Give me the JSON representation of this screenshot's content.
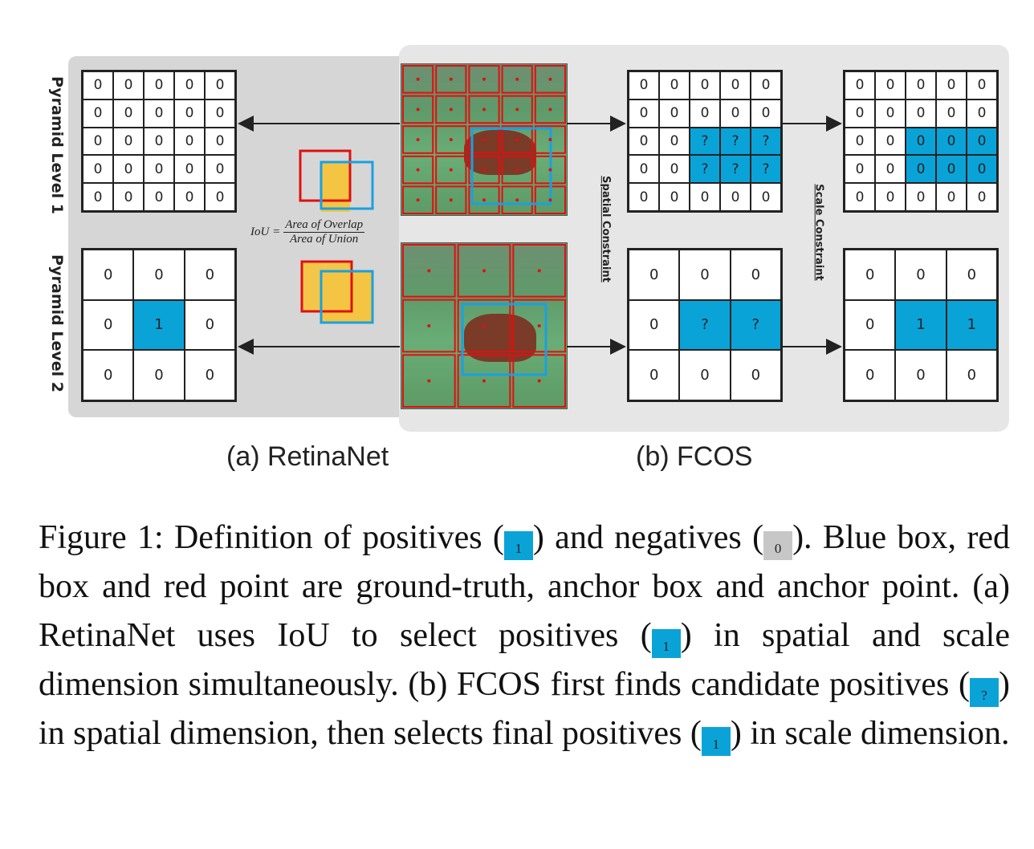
{
  "figure": {
    "level1_label": "Pyramid Level 1",
    "level2_label": "Pyramid Level 2",
    "spatial_constraint": "Spatial Constraint",
    "scale_constraint": "Scale Constraint",
    "iou_lhs": "IoU =",
    "iou_numerator": "Area of Overlap",
    "iou_denominator": "Area of Union",
    "subcaption_a": "(a) RetinaNet",
    "subcaption_b": "(b) FCOS",
    "grids": {
      "retina_l1": [
        [
          "0",
          "0",
          "0",
          "0",
          "0"
        ],
        [
          "0",
          "0",
          "0",
          "0",
          "0"
        ],
        [
          "0",
          "0",
          "0",
          "0",
          "0"
        ],
        [
          "0",
          "0",
          "0",
          "0",
          "0"
        ],
        [
          "0",
          "0",
          "0",
          "0",
          "0"
        ]
      ],
      "retina_l2": [
        [
          "0",
          "0",
          "0"
        ],
        [
          "0",
          "1",
          "0"
        ],
        [
          "0",
          "0",
          "0"
        ]
      ],
      "fcos_spatial_l1": [
        [
          "0",
          "0",
          "0",
          "0",
          "0"
        ],
        [
          "0",
          "0",
          "0",
          "0",
          "0"
        ],
        [
          "0",
          "0",
          "?",
          "?",
          "?"
        ],
        [
          "0",
          "0",
          "?",
          "?",
          "?"
        ],
        [
          "0",
          "0",
          "0",
          "0",
          "0"
        ]
      ],
      "fcos_spatial_l2": [
        [
          "0",
          "0",
          "0"
        ],
        [
          "0",
          "?",
          "?"
        ],
        [
          "0",
          "0",
          "0"
        ]
      ],
      "fcos_scale_l1": [
        [
          "0",
          "0",
          "0",
          "0",
          "0"
        ],
        [
          "0",
          "0",
          "0",
          "0",
          "0"
        ],
        [
          "0",
          "0",
          "0",
          "0",
          "0"
        ],
        [
          "0",
          "0",
          "0",
          "0",
          "0"
        ],
        [
          "0",
          "0",
          "0",
          "0",
          "0"
        ]
      ],
      "fcos_scale_l2": [
        [
          "0",
          "0",
          "0"
        ],
        [
          "0",
          "1",
          "1"
        ],
        [
          "0",
          "0",
          "0"
        ]
      ]
    },
    "highlights": {
      "retina_l1": [],
      "retina_l2": [
        [
          1,
          1
        ]
      ],
      "fcos_spatial_l1": [
        [
          2,
          2
        ],
        [
          2,
          3
        ],
        [
          2,
          4
        ],
        [
          3,
          2
        ],
        [
          3,
          3
        ],
        [
          3,
          4
        ]
      ],
      "fcos_spatial_l2": [
        [
          1,
          1
        ],
        [
          1,
          2
        ]
      ],
      "fcos_scale_l1": [
        [
          2,
          2
        ],
        [
          2,
          3
        ],
        [
          2,
          4
        ],
        [
          3,
          2
        ],
        [
          3,
          3
        ],
        [
          3,
          4
        ]
      ],
      "fcos_scale_l2": [
        [
          1,
          1
        ],
        [
          1,
          2
        ]
      ]
    },
    "colors": {
      "positive": "#0aa3d8",
      "negative": "#c7c7c7",
      "anchor": "#e01010",
      "overlap": "#f4c542",
      "ground_truth": "#1aa0e0"
    }
  },
  "caption": {
    "seg1": "Figure 1:  Definition of positives (",
    "chip_pos": "1",
    "seg2": ") and negatives (",
    "chip_neg": "0",
    "seg3": "). Blue box, red box and red point are ground-truth, anchor box and anchor point. (a) RetinaNet uses IoU to select positives (",
    "chip_pos2": "1",
    "seg4": ") in spatial and scale dimension simultaneously. (b) FCOS first finds candidate positives (",
    "chip_cand": "?",
    "seg5": ") in spatial dimension, then selects final positives (",
    "chip_pos3": "1",
    "seg6": ") in scale dimension."
  }
}
